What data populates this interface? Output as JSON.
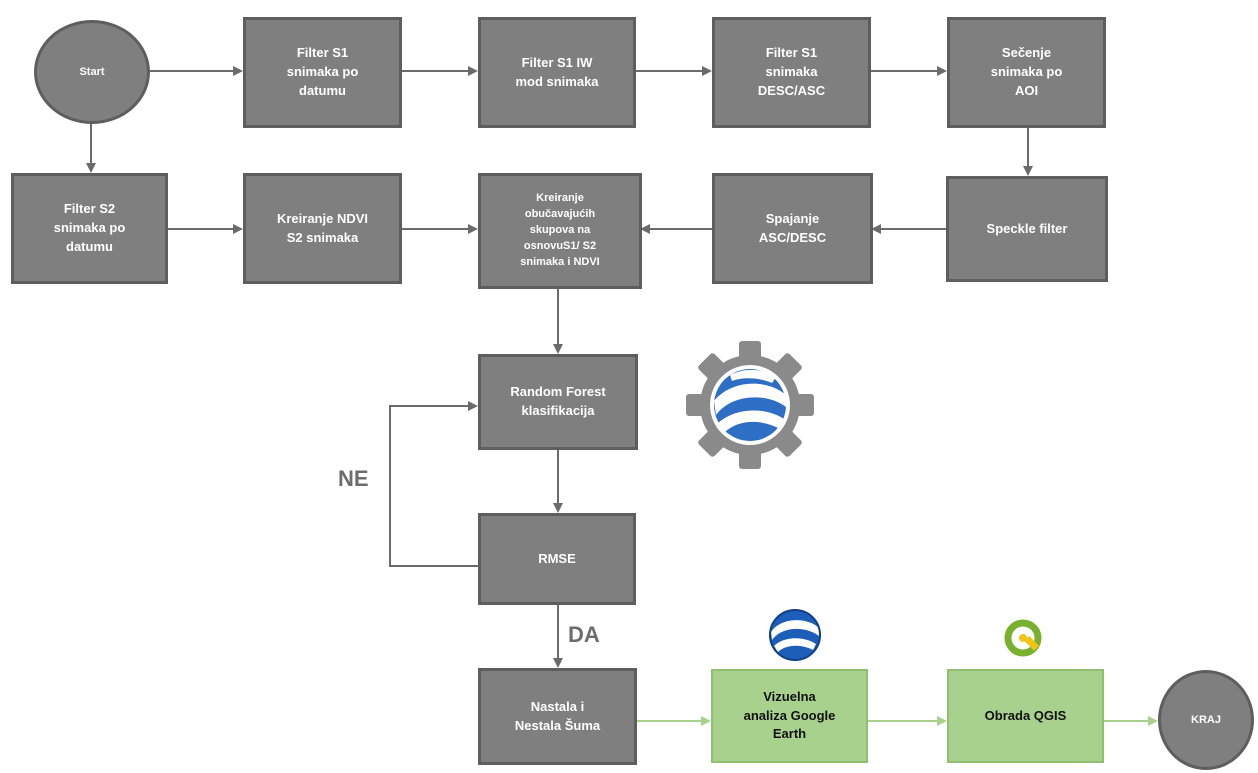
{
  "nodes": {
    "start": "Start",
    "filter_s1_datum": "Filter S1\nsnimaka po\ndatumu",
    "filter_s1_iw": "Filter S1 IW\nmod snimaka",
    "filter_s1_desc": "Filter S1\nsnimaka\nDESC/ASC",
    "secenje": "Sečenje\nsnimaka po\nAOI",
    "filter_s2": "Filter S2\nsnimaka po\ndatumu",
    "ndvi": "Kreiranje NDVI\nS2 snimaka",
    "kreiranje_skupova": "Kreiranje\nobučavajućih\nskupova na\nosnovuS1/ S2\nsnimaka i NDVI",
    "spajanje": "Spajanje\nASC/DESC",
    "speckle": "Speckle filter",
    "random_forest": "Random Forest\nklasifikacija",
    "rmse": "RMSE",
    "nastala": "Nastala i\nNestala Šuma",
    "vizuelna": "Vizuelna\nanaliza Google\nEarth",
    "obrada": "Obrada QGIS",
    "kraj": "KRAJ"
  },
  "labels": {
    "ne": "NE",
    "da": "DA"
  },
  "icons": [
    "google-earth-engine-icon",
    "google-earth-icon",
    "qgis-icon"
  ],
  "colors": {
    "box": "#7f7f7f",
    "box_border": "#5e5e5e",
    "green": "#a9d18e",
    "arrow": "#6b6b6b",
    "green_arrow": "#a9d18e"
  }
}
